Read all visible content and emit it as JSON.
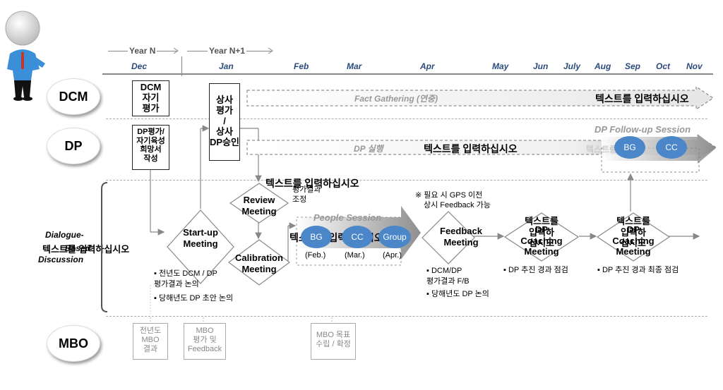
{
  "timeline": {
    "year_n": "Year N",
    "year_n1": "Year N+1",
    "months": [
      "Dec",
      "Jan",
      "Feb",
      "Mar",
      "Apr",
      "May",
      "Jun",
      "July",
      "Aug",
      "Sep",
      "Oct",
      "Nov"
    ]
  },
  "rows": {
    "dcm": "DCM",
    "dp": "DP",
    "mbo": "MBO",
    "dialogue_1": "Dialogue-",
    "dialogue_overlap": "텍스트를 입력하십시오",
    "dialogue_2": "Based",
    "dialogue_3": "Discussion"
  },
  "dcm_row": {
    "self_eval_box": "DCM\n자기\n평가",
    "fact_gathering": "Fact Gathering (연중)",
    "placeholder": "텍스트를 입력하십시오"
  },
  "dp_row": {
    "dp_box": "DP평가/\n자기육성\n희망서\n작성",
    "boss_box": "상사\n평가\n/\n상사\nDP승인",
    "dp_exec": "DP 실행",
    "placeholder": "텍스트를 입력하십시오",
    "followup_title": "DP Follow-up Session",
    "followup_placeholder": "텍스트를 입력하십시오",
    "bg": "BG",
    "cc": "CC"
  },
  "dialogue_row": {
    "startup": "Start-up\nMeeting",
    "review": "Review\nMeeting",
    "review_note": "평가결과\n조정",
    "review_placeholder": "텍스트를 입력하십시오",
    "calibration": "Calibration\nMeeting",
    "people_session": "People Session",
    "people_placeholder": "텍스트를 입력하십시오",
    "bg": "BG",
    "cc": "CC",
    "group": "Group",
    "feb": "(Feb.)",
    "mar": "(Mar.)",
    "apr": "(Apr.)",
    "feedback": "Feedback\nMeeting",
    "gps_note_1": "※ 필요 시 GPS 이전",
    "gps_note_2": "상시 Feedback 가능",
    "dp_coaching_1": "DP\nCoaching\nMeeting",
    "dp_coaching_1_overlap": "텍스트를\n입력하\n십시오",
    "dp_coaching_2": "DP\nCoaching\nMeeting",
    "dp_coaching_2_overlap": "텍스트를\n입력하\n십시오",
    "startup_bullets": [
      "▪ 전년도 DCM / DP\n  평가결과 논의",
      "▪ 당해년도 DP 초안 논의"
    ],
    "feedback_bullets": [
      "▪ DCM/DP\n  평가결과 F/B",
      "▪ 당해년도 DP 논의"
    ],
    "coach1_bullet": "▪ DP 추진 경과 점검",
    "coach2_bullet": "▪ DP 추진 경과 최종 점검"
  },
  "mbo_row": {
    "prev_result": "전년도\nMBO\n결과",
    "eval_feedback": "MBO\n평가 및\nFeedback",
    "goal_setting": "MBO 목표\n수립 / 확정"
  }
}
